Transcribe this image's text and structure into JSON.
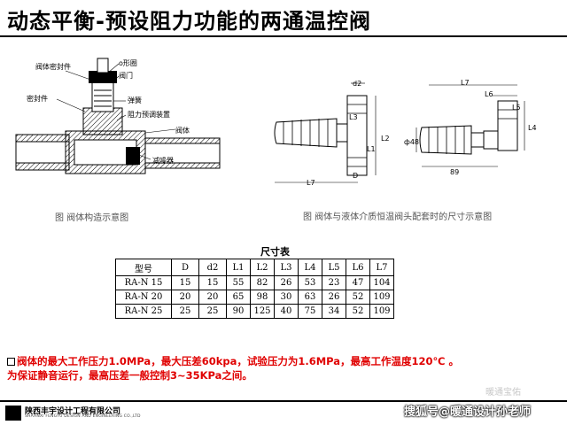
{
  "title": "动态平衡-预设阻力功能的两通温控阀",
  "figure1": {
    "caption": "图  阀体构造示意图",
    "labels": [
      "阀体密封件",
      "o形圈",
      "阀门",
      "密封件",
      "弹簧",
      "阻力预调装置",
      "阀体",
      "减噪器"
    ]
  },
  "figure2": {
    "caption": "图  阀体与液体介质恒温阀头配套时的尺寸示意图",
    "dim_labels": [
      "d2",
      "L2",
      "L1",
      "L3",
      "D",
      "L7",
      "L7",
      "L6",
      "L5",
      "L4",
      "ф48",
      "89"
    ]
  },
  "table": {
    "title": "尺寸表",
    "headers": [
      "型号",
      "D",
      "d2",
      "L1",
      "L2",
      "L3",
      "L4",
      "L5",
      "L6",
      "L7"
    ],
    "rows": [
      [
        "RA-N  15",
        "15",
        "15",
        "55",
        "82",
        "26",
        "53",
        "23",
        "47",
        "104"
      ],
      [
        "RA-N  20",
        "20",
        "20",
        "65",
        "98",
        "30",
        "63",
        "26",
        "52",
        "109"
      ],
      [
        "RA-N  25",
        "25",
        "25",
        "90",
        "125",
        "40",
        "75",
        "34",
        "52",
        "109"
      ]
    ]
  },
  "note": {
    "line1": "阀体的最大工作压力1.0MPa，最大压差60kpa，试验压力为1.6MPa，最高工作温度120℃ 。",
    "line2": "为保证静音运行，最高压差一般控制3~35KPa之间。"
  },
  "footer": {
    "company": "陕西丰宇设计工程有限公司",
    "company_en": "SHAANXI FENGYU DESIGN AND ENGINEERING CO.,LTD",
    "watermark": "搜狐号@暖通设计孙老师",
    "faint_mark": "暖通宝佑"
  }
}
